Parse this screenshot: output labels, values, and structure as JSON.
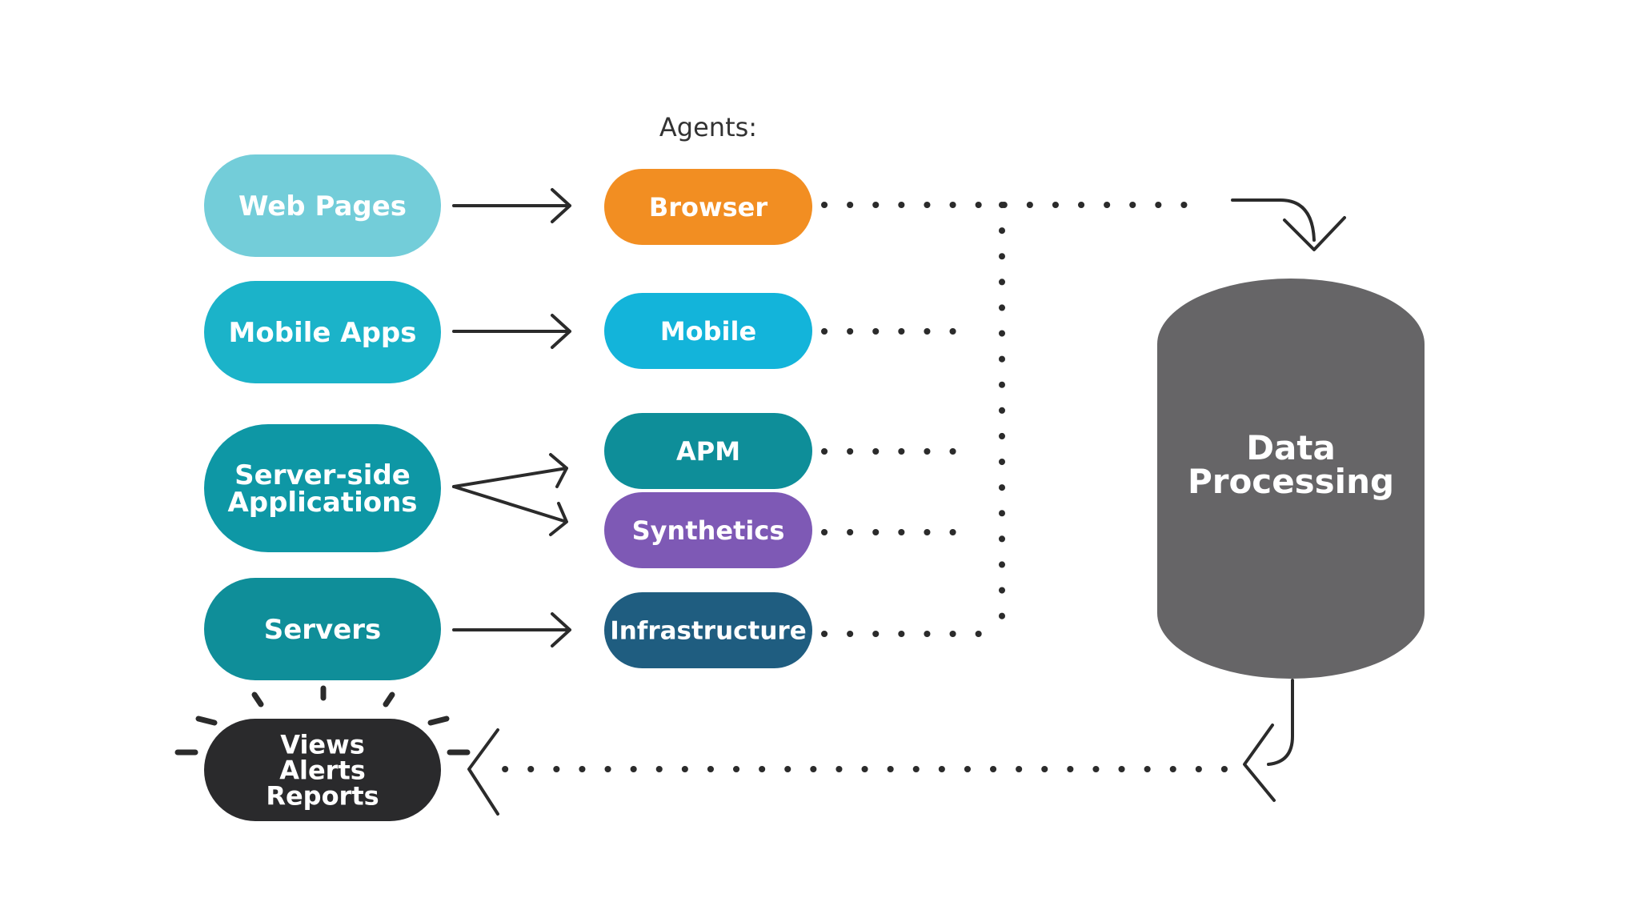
{
  "agents_heading": "Agents:",
  "sources": [
    {
      "id": "web-pages",
      "lines": [
        "Web Pages"
      ],
      "color": "#73CDD9"
    },
    {
      "id": "mobile-apps",
      "lines": [
        "Mobile Apps"
      ],
      "color": "#1BB3C9"
    },
    {
      "id": "server-side-applications",
      "lines": [
        "Server-side",
        "Applications"
      ],
      "color": "#0E97A5"
    },
    {
      "id": "servers",
      "lines": [
        "Servers"
      ],
      "color": "#0F8E99"
    }
  ],
  "agents": [
    {
      "id": "browser",
      "label": "Browser",
      "color": "#F28E22"
    },
    {
      "id": "mobile",
      "label": "Mobile",
      "color": "#13B4DA"
    },
    {
      "id": "apm",
      "label": "APM",
      "color": "#0E8E99"
    },
    {
      "id": "synthetics",
      "label": "Synthetics",
      "color": "#7E59B5"
    },
    {
      "id": "infrastructure",
      "label": "Infrastructure",
      "color": "#1F5D80"
    }
  ],
  "processing": {
    "lines": [
      "Data",
      "Processing"
    ],
    "color": "#666567"
  },
  "output": {
    "lines": [
      "Views",
      "Alerts",
      "Reports"
    ],
    "color": "#2A2A2C"
  },
  "colors": {
    "connector": "#2B2B2B"
  }
}
